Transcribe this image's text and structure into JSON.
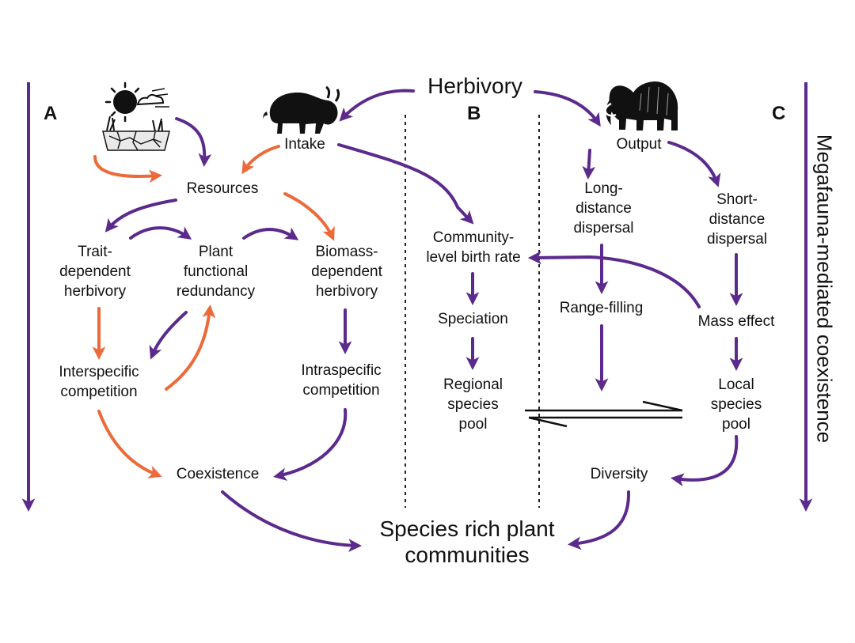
{
  "colors": {
    "purple": "#5b2a8c",
    "orange": "#ec6a3a",
    "dark": "#111111"
  },
  "icons": [
    "drought-sun-icon",
    "bison-icon",
    "mammoth-icon"
  ],
  "panels": {
    "a": "A",
    "b": "B",
    "c": "C"
  },
  "side_label": "Megafauna-mediated coexistence",
  "nodes": {
    "herbivory": "Herbivory",
    "intake": "Intake",
    "output": "Output",
    "resources": "Resources",
    "trait_dependent_herbivory": "Trait-\ndependent\nherbivory",
    "plant_functional_redundancy": "Plant\nfunctional\nredundancy",
    "biomass_dependent_herbivory": "Biomass-\ndependent\nherbivory",
    "interspecific_competition": "Interspecific\ncompetition",
    "intraspecific_competition": "Intraspecific\ncompetition",
    "coexistence": "Coexistence",
    "community_birth_rate": "Community-\nlevel birth rate",
    "speciation": "Speciation",
    "regional_species_pool": "Regional\nspecies\npool",
    "long_distance_dispersal": "Long-\ndistance\ndispersal",
    "short_distance_dispersal": "Short-\ndistance\ndispersal",
    "range_filling": "Range-filling",
    "mass_effect": "Mass effect",
    "local_species_pool": "Local\nspecies\npool",
    "diversity": "Diversity",
    "species_rich": "Species rich plant\ncommunities"
  }
}
